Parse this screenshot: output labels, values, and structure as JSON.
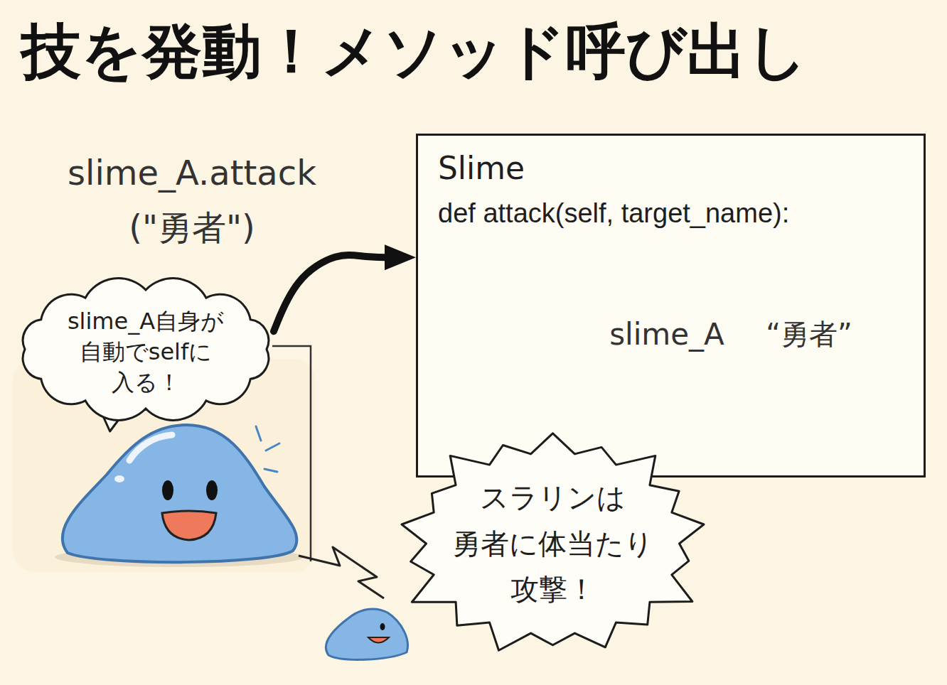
{
  "diagram": {
    "title": "技を発動！メソッド呼び出し",
    "nodes": [
      {
        "text": [
          "slime_A自身が 自動でselfに 入る！"
        ]
      },
      {
        "text": [
          "Slime",
          "def attack(self, target_name):"
        ]
      },
      {
        "text": [
          "スラリンは 勇者に体当たり 攻撃！"
        ]
      }
    ],
    "edges": [
      {
        "from": 0,
        "to": 1,
        "arrow": "to"
      }
    ],
    "labels": [
      "slime_A.attack (\"勇者\")",
      "slime_A",
      "“勇者”"
    ]
  }
}
